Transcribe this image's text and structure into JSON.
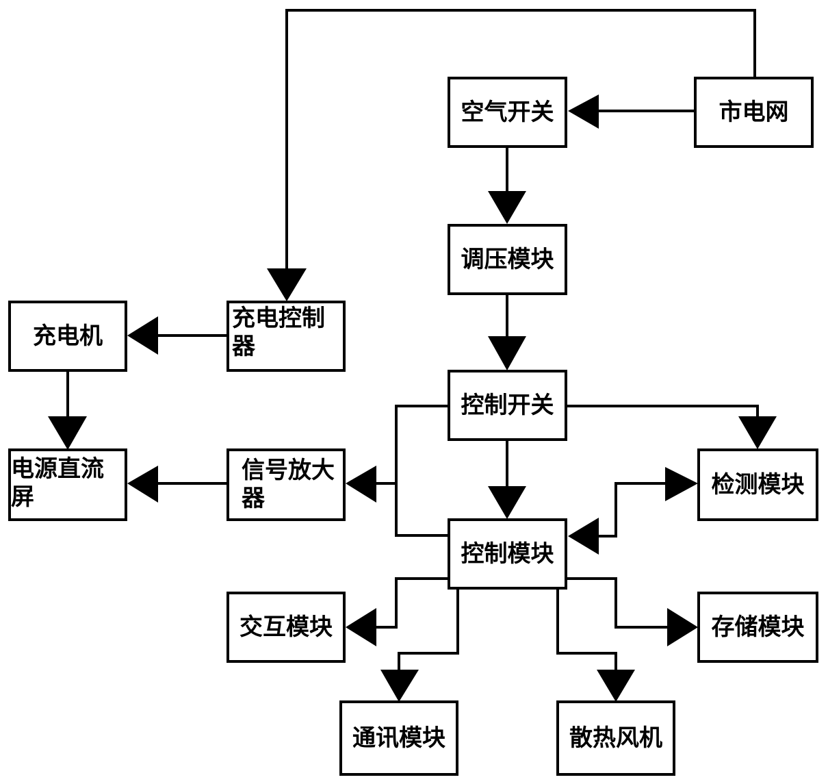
{
  "diagram": {
    "nodes": {
      "grid": {
        "label": "市电网"
      },
      "air_switch": {
        "label": "空气开关"
      },
      "voltage_module": {
        "label": "调压模块"
      },
      "control_switch": {
        "label": "控制开关"
      },
      "control_module": {
        "label": "控制模块"
      },
      "detect_module": {
        "label": "检测模块"
      },
      "charge_controller": {
        "label": "充电控制器"
      },
      "charger": {
        "label": "充电机"
      },
      "dc_panel": {
        "label": "电源直流屏"
      },
      "signal_amp": {
        "label": "信号放大器"
      },
      "interaction_module": {
        "label": "交互模块"
      },
      "storage_module": {
        "label": "存储模块"
      },
      "comm_module": {
        "label": "通讯模块"
      },
      "cooling_fan": {
        "label": "散热风机"
      }
    },
    "edges": [
      {
        "from": "grid",
        "to": "air_switch"
      },
      {
        "from": "grid",
        "to": "charge_controller"
      },
      {
        "from": "air_switch",
        "to": "voltage_module"
      },
      {
        "from": "voltage_module",
        "to": "control_switch"
      },
      {
        "from": "control_switch",
        "to": "control_module"
      },
      {
        "from": "control_switch",
        "to": "detect_module"
      },
      {
        "from": "control_switch",
        "to": "signal_amp"
      },
      {
        "from": "control_module",
        "to": "signal_amp"
      },
      {
        "from": "detect_module",
        "to": "control_module",
        "bidirectional": true
      },
      {
        "from": "charge_controller",
        "to": "charger"
      },
      {
        "from": "charger",
        "to": "dc_panel"
      },
      {
        "from": "signal_amp",
        "to": "dc_panel"
      },
      {
        "from": "control_module",
        "to": "interaction_module"
      },
      {
        "from": "control_module",
        "to": "storage_module"
      },
      {
        "from": "control_module",
        "to": "comm_module"
      },
      {
        "from": "control_module",
        "to": "cooling_fan"
      }
    ]
  }
}
